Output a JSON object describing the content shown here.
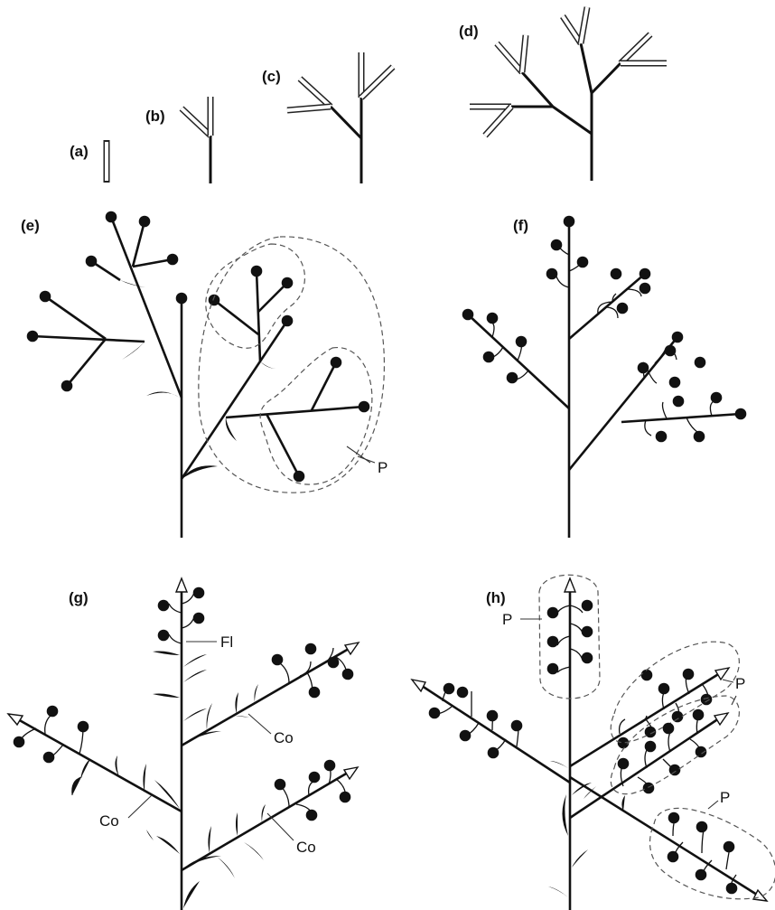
{
  "panels": {
    "a": "(a)",
    "b": "(b)",
    "c": "(c)",
    "d": "(d)",
    "e": "(e)",
    "f": "(f)",
    "g": "(g)",
    "h": "(h)"
  },
  "annotations": {
    "p_e": "P",
    "fl_g": "Fl",
    "co_g_upper": "Co",
    "co_g_left": "Co",
    "co_g_lower": "Co",
    "p_h_top": "P",
    "p_h_upper_right": "P",
    "p_h_lower_right": "P"
  },
  "colors": {
    "ink": "#111111",
    "outline_dashed": "#555555",
    "background": "#ffffff"
  }
}
